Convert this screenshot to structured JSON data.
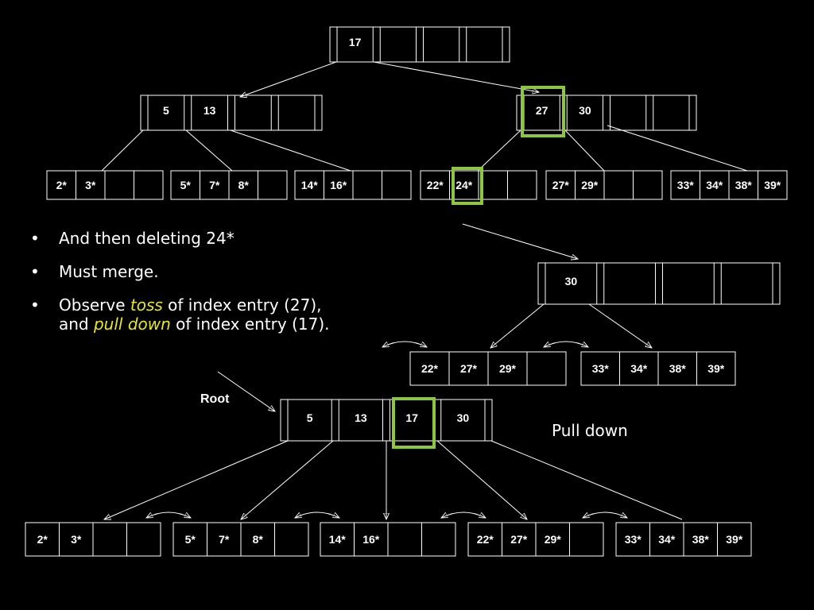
{
  "bullets": {
    "b1": "And then deleting 24*",
    "b2": "Must merge.",
    "b3_pre": "Observe ",
    "b3_em1": "toss",
    "b3_mid": " of index entry (27),",
    "b3_pre2": "and ",
    "b3_em2": "pull down",
    "b3_post": " of index entry (17).",
    "bullet_char": "•"
  },
  "labels": {
    "root": "Root",
    "pull_down": "Pull down"
  },
  "colors": {
    "highlight": "#8dc63f",
    "italic_text": "#e6e630"
  },
  "before_tree": {
    "root": [
      "17",
      "",
      "",
      ""
    ],
    "internal_left": [
      "5",
      "13",
      "",
      ""
    ],
    "internal_right": [
      "27",
      "30",
      "",
      ""
    ],
    "leaves": [
      [
        "2*",
        "3*",
        "",
        ""
      ],
      [
        "5*",
        "7*",
        "8*",
        ""
      ],
      [
        "14*",
        "16*",
        "",
        ""
      ],
      [
        "22*",
        "24*",
        "",
        ""
      ],
      [
        "27*",
        "29*",
        "",
        ""
      ],
      [
        "33*",
        "34*",
        "38*",
        "39*"
      ]
    ]
  },
  "intermediate": {
    "node": [
      "30",
      "",
      "",
      ""
    ],
    "leaves": [
      [
        "22*",
        "27*",
        "29*",
        ""
      ],
      [
        "33*",
        "34*",
        "38*",
        "39*"
      ]
    ]
  },
  "after_tree": {
    "root": [
      "5",
      "13",
      "17",
      "30"
    ],
    "leaves": [
      [
        "2*",
        "3*",
        "",
        ""
      ],
      [
        "5*",
        "7*",
        "8*",
        ""
      ],
      [
        "14*",
        "16*",
        "",
        ""
      ],
      [
        "22*",
        "27*",
        "29*",
        ""
      ],
      [
        "33*",
        "34*",
        "38*",
        "39*"
      ]
    ]
  }
}
